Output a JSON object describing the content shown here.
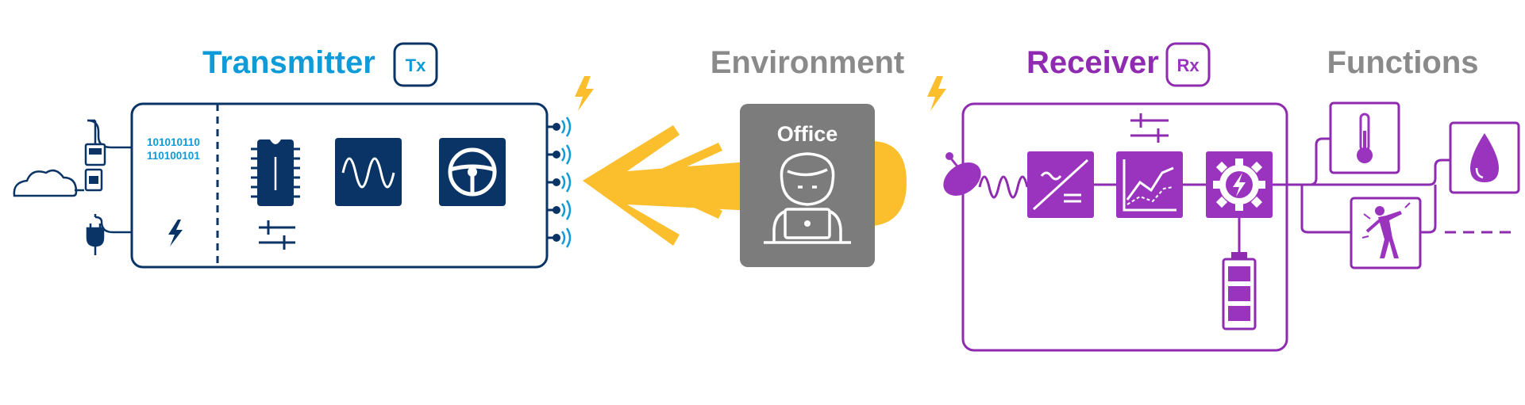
{
  "headings": {
    "transmitter": "Transmitter",
    "tx_badge": "Tx",
    "environment": "Environment",
    "receiver": "Receiver",
    "rx_badge": "Rx",
    "functions": "Functions"
  },
  "transmitter": {
    "binary_line_1": "101010110",
    "binary_line_2": "110100101",
    "icons": [
      "cloud-icon",
      "ethernet-plug-icon",
      "power-plug-icon",
      "lightning-icon",
      "microchip-icon",
      "waveform-icon",
      "steering-wheel-icon",
      "slider-controls-icon",
      "antenna-array-icon"
    ]
  },
  "environment": {
    "label": "Office",
    "icons": [
      "person-laptop-icon",
      "energy-beam-icon"
    ]
  },
  "receiver": {
    "icons": [
      "satellite-dish-icon",
      "ac-dc-converter-icon",
      "line-chart-icon",
      "power-gear-icon",
      "battery-icon",
      "slider-controls-icon"
    ]
  },
  "functions": {
    "icons": [
      "thermometer-icon",
      "water-drop-icon",
      "person-motion-icon",
      "more-dots-icon"
    ]
  },
  "colors": {
    "transmitter": "#0e9bd8",
    "navy": "#0b3466",
    "environment": "#8a8a8a",
    "office_box": "#7c7c7c",
    "receiver": "#8e2bb0",
    "receiver_fill": "#9a34bf",
    "energy": "#fbbf2e",
    "functions_heading": "#8a8a8a",
    "rx_badge": "#9a34bf"
  }
}
